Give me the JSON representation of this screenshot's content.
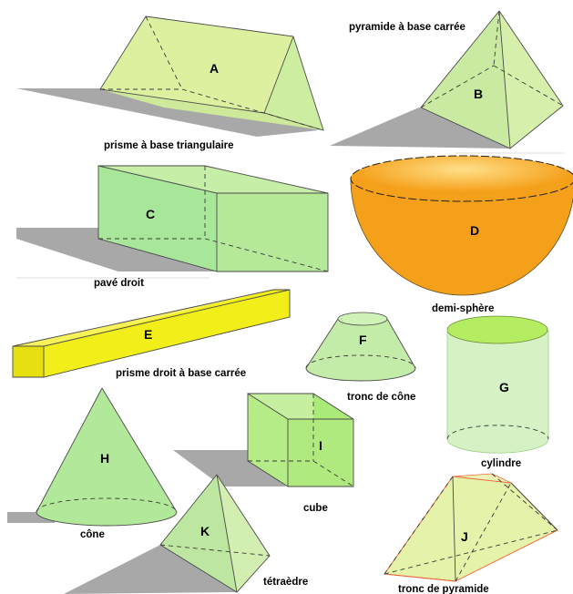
{
  "solids": [
    {
      "id": "prism-tri",
      "letter": "A",
      "caption": "prisme à base triangulaire"
    },
    {
      "id": "pyramid-square",
      "letter": "B",
      "caption": "pyramide à base carrée"
    },
    {
      "id": "cuboid",
      "letter": "C",
      "caption": "pavé droit"
    },
    {
      "id": "hemisphere",
      "letter": "D",
      "caption": "demi-sphère"
    },
    {
      "id": "prism-square",
      "letter": "E",
      "caption": "prisme droit à base carrée"
    },
    {
      "id": "frustum-cone",
      "letter": "F",
      "caption": "tronc de cône"
    },
    {
      "id": "cylinder",
      "letter": "G",
      "caption": "cylindre"
    },
    {
      "id": "cone",
      "letter": "H",
      "caption": "cône"
    },
    {
      "id": "cube",
      "letter": "I",
      "caption": "cube"
    },
    {
      "id": "frustum-pyramid",
      "letter": "J",
      "caption": "tronc de pyramide"
    },
    {
      "id": "tetrahedron",
      "letter": "K",
      "caption": "tétraèdre"
    }
  ],
  "colors": {
    "face_green_light": "#d6f0a0",
    "face_green": "#c2eca0",
    "hemisphere_orange": "#f5a01a",
    "prism_yellow": "#f2ee1a",
    "shadow": "#a8a8a8"
  }
}
